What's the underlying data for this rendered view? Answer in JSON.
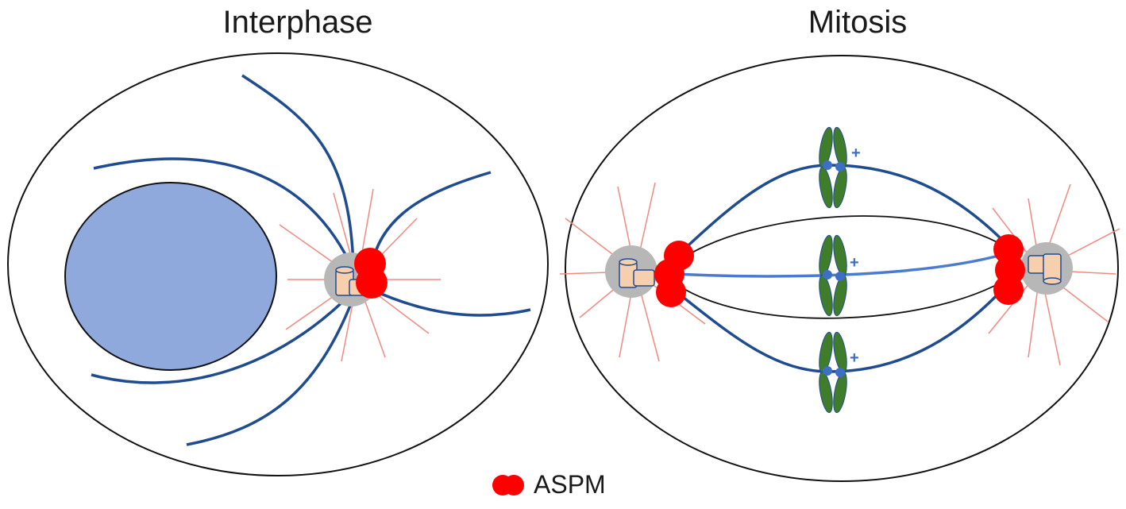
{
  "panels": {
    "left_title": "Interphase",
    "right_title": "Mitosis"
  },
  "legend": {
    "label": "ASPM",
    "color": "#ff0000"
  },
  "chromosome_marker": "+",
  "colors": {
    "microtubule": "#1f4b8f",
    "spindle_center": "#4a7bd0",
    "astral": "#f08a80",
    "nucleus": "#8fa9dc",
    "centrosome": "#b7b7b7",
    "centriole": "#f6cfae",
    "aspm": "#ff0000",
    "chromosome": "#3f7d2b",
    "kinetochore": "#3d6fc4"
  }
}
